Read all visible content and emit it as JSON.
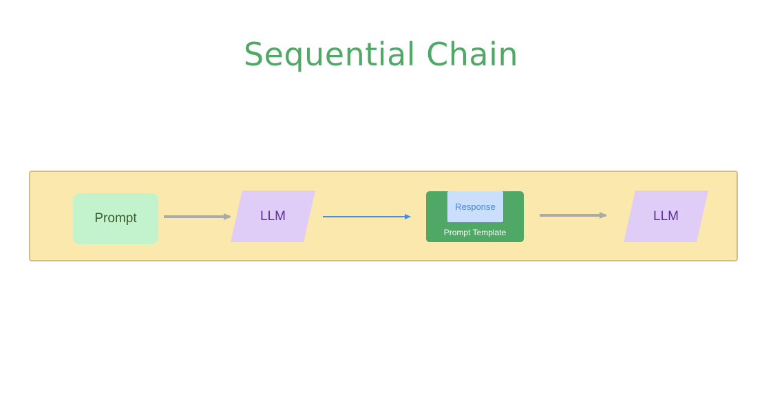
{
  "title": "Sequential Chain",
  "nodes": {
    "prompt": "Prompt",
    "llm_1": "LLM",
    "template_slot": "Response",
    "template_label": "Prompt Template",
    "llm_2": "LLM"
  },
  "colors": {
    "title": "#4fa865",
    "band_fill": "#fbe8ad",
    "band_border": "#d1bd86",
    "prompt_fill": "#c3f3cd",
    "llm_fill": "#e0cdf7",
    "template_fill": "#4fa865",
    "response_fill": "#c9dffb",
    "arrow_gray": "#aaaaaa",
    "arrow_blue": "#4a8be0"
  }
}
